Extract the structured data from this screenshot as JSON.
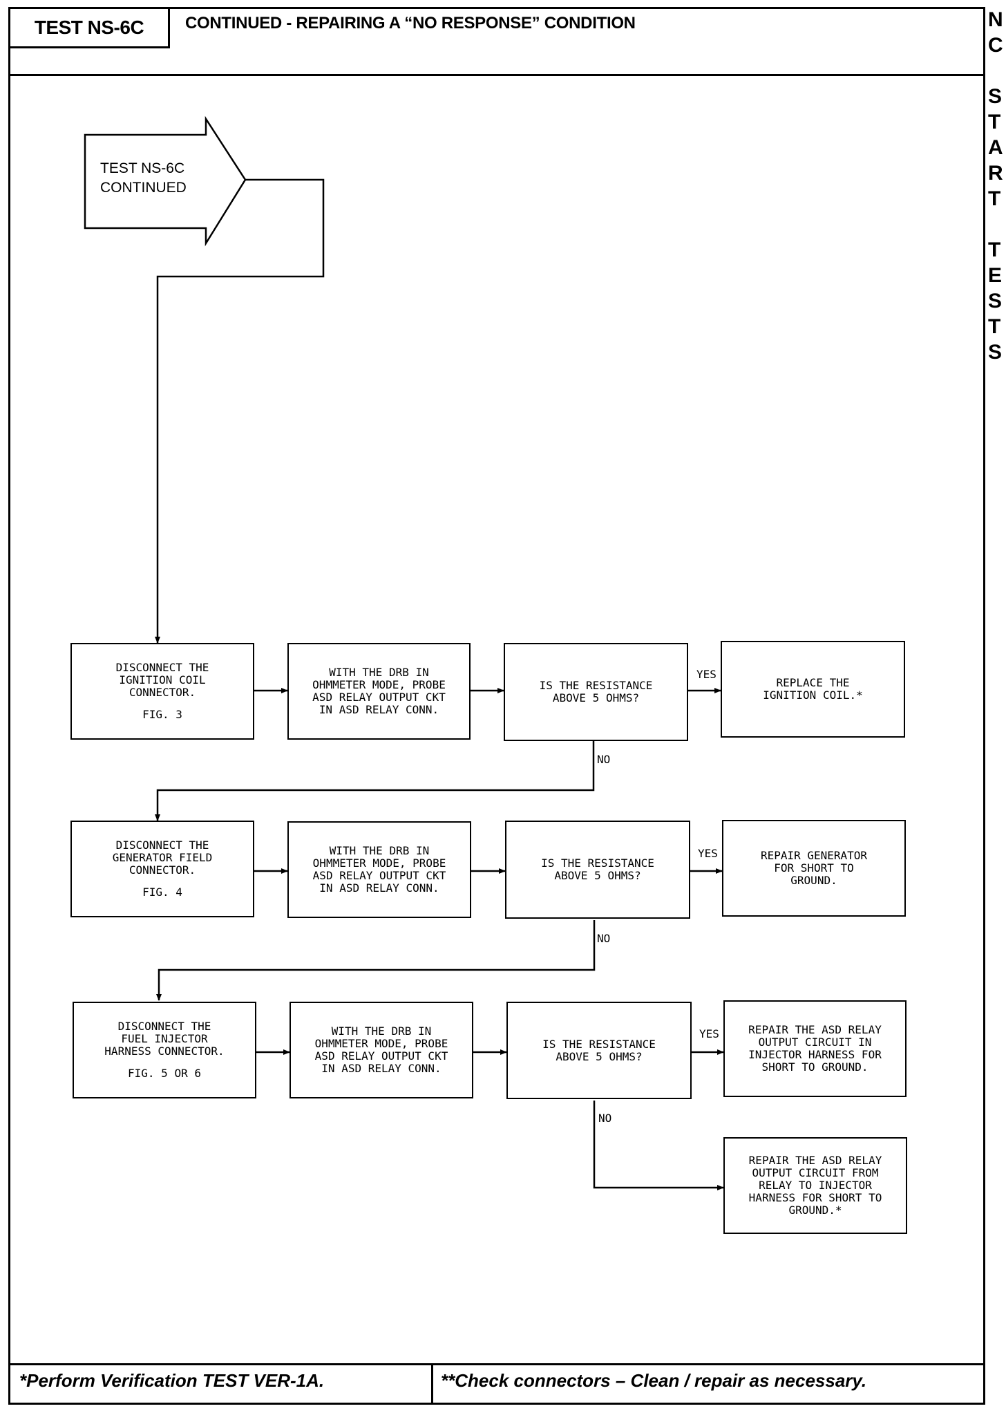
{
  "header": {
    "test_id": "TEST NS-6C",
    "title": "CONTINUED - REPAIRING A “NO RESPONSE” CONDITION"
  },
  "side_strip": [
    "N",
    "C",
    "",
    "S",
    "T",
    "A",
    "R",
    "T",
    "",
    "T",
    "E",
    "S",
    "T",
    "S"
  ],
  "start": {
    "line1": "TEST NS-6C",
    "line2": "CONTINUED"
  },
  "rows": [
    {
      "action": {
        "lines": [
          "DISCONNECT THE",
          "IGNITION COIL",
          "CONNECTOR."
        ],
        "fig": "FIG. 3"
      },
      "probe": {
        "lines": [
          "WITH THE DRB IN",
          "OHMMETER MODE, PROBE",
          "ASD RELAY OUTPUT CKT",
          "IN ASD RELAY CONN."
        ]
      },
      "question": {
        "lines": [
          "IS THE RESISTANCE",
          "ABOVE 5 OHMS?"
        ]
      },
      "yes_label": "YES",
      "result": {
        "lines": [
          "REPLACE THE",
          "IGNITION COIL.*"
        ]
      },
      "no_label": "NO"
    },
    {
      "action": {
        "lines": [
          "DISCONNECT THE",
          "GENERATOR FIELD",
          "CONNECTOR."
        ],
        "fig": "FIG. 4"
      },
      "probe": {
        "lines": [
          "WITH THE DRB IN",
          "OHMMETER MODE, PROBE",
          "ASD RELAY OUTPUT CKT",
          "IN ASD RELAY CONN."
        ]
      },
      "question": {
        "lines": [
          "IS THE RESISTANCE",
          "ABOVE 5 OHMS?"
        ]
      },
      "yes_label": "YES",
      "result": {
        "lines": [
          "REPAIR GENERATOR",
          "FOR SHORT TO",
          "GROUND."
        ]
      },
      "no_label": "NO"
    },
    {
      "action": {
        "lines": [
          "DISCONNECT THE",
          "FUEL INJECTOR",
          "HARNESS CONNECTOR."
        ],
        "fig": "FIG. 5 OR 6"
      },
      "probe": {
        "lines": [
          "WITH THE DRB IN",
          "OHMMETER MODE, PROBE",
          "ASD RELAY OUTPUT CKT",
          "IN ASD RELAY CONN."
        ]
      },
      "question": {
        "lines": [
          "IS THE RESISTANCE",
          "ABOVE 5 OHMS?"
        ]
      },
      "yes_label": "YES",
      "result": {
        "lines": [
          "REPAIR THE ASD RELAY",
          "OUTPUT CIRCUIT IN",
          "INJECTOR HARNESS FOR",
          "SHORT TO GROUND."
        ]
      },
      "no_label": "NO"
    }
  ],
  "final": {
    "lines": [
      "REPAIR THE ASD RELAY",
      "OUTPUT CIRCUIT FROM",
      "RELAY TO INJECTOR",
      "HARNESS FOR SHORT TO",
      "GROUND.*"
    ]
  },
  "footer": {
    "left": "*Perform Verification TEST VER-1A.",
    "right": "**Check connectors – Clean / repair as necessary."
  }
}
